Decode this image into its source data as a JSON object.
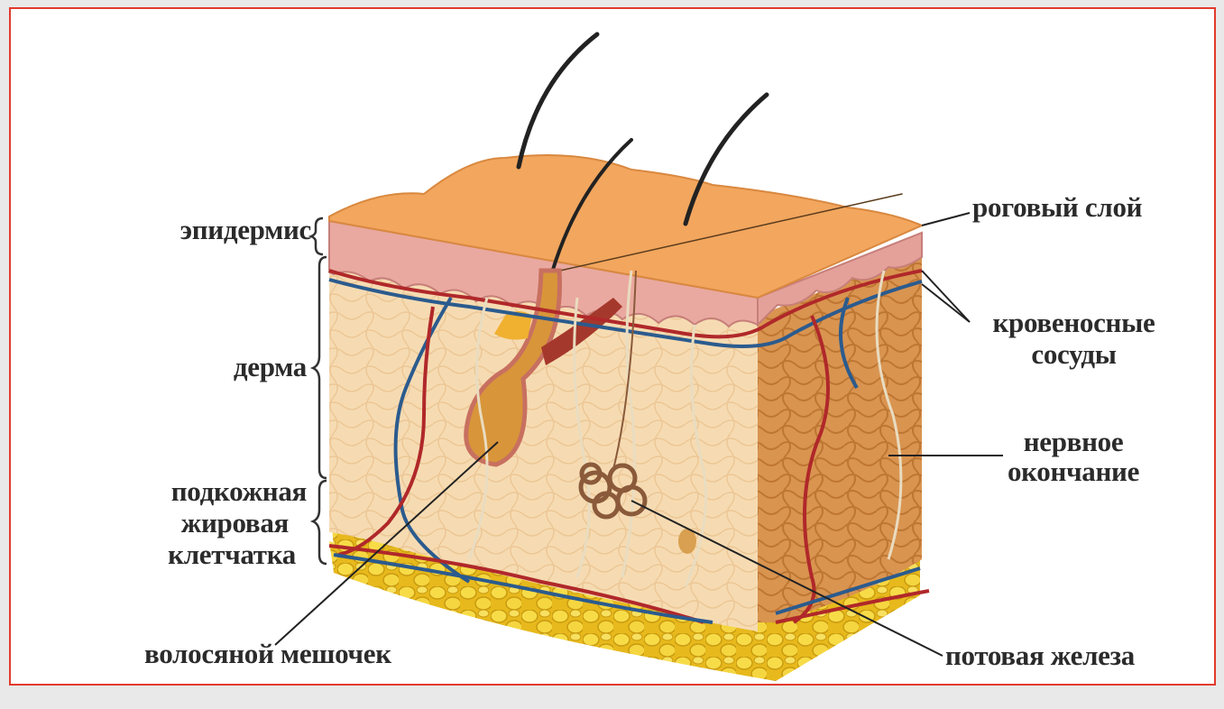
{
  "diagram": {
    "labels": {
      "epidermis": "эпидермис",
      "dermis": "дерма",
      "subcutaneous_l1": "подкожная",
      "subcutaneous_l2": "жировая",
      "subcutaneous_l3": "клетчатка",
      "hair_follicle": "волосяной мешочек",
      "stratum_corneum": "роговый слой",
      "blood_vessels_l1": "кровеносные",
      "blood_vessels_l2": "сосуды",
      "nerve_ending_l1": "нервное",
      "nerve_ending_l2": "окончание",
      "sweat_gland": "потовая железа"
    },
    "colors": {
      "frame_border": "#e23a2c",
      "surface": "#f2a65e",
      "epidermis_pink": "#e9a9a0",
      "dermis": "#f6dcb4",
      "side_face": "#d9954e",
      "fat": "#f3d23a",
      "artery": "#b0282a",
      "vein": "#2b5b8e"
    }
  }
}
